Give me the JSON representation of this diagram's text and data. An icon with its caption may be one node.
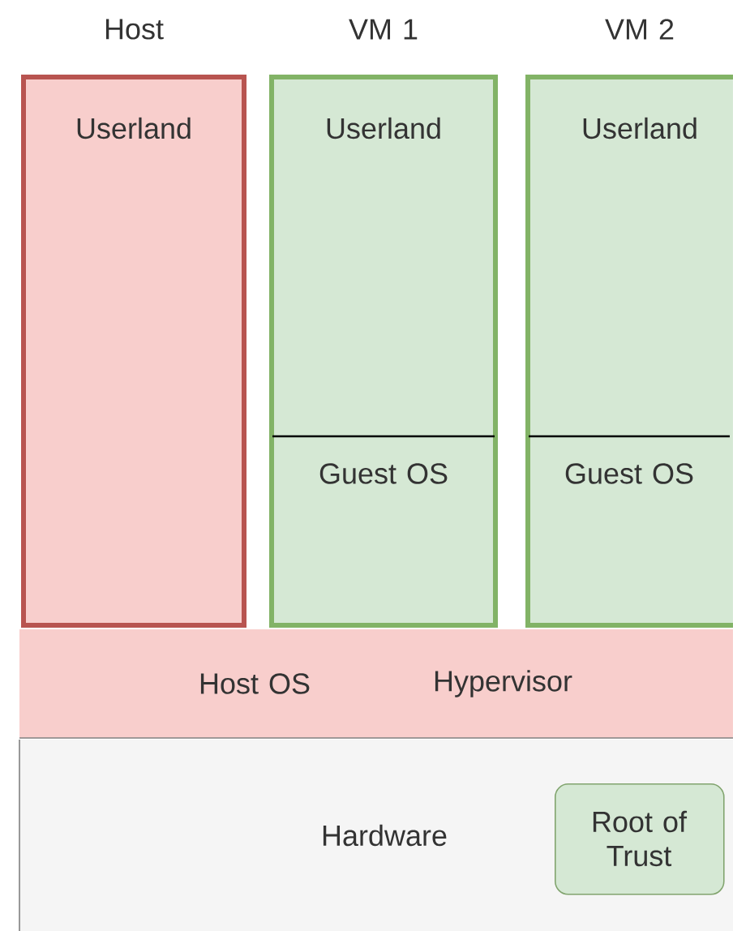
{
  "diagram": {
    "nodes": [
      {
        "text": [
          "Host",
          "Userland"
        ]
      },
      {
        "text": [
          "VM 1",
          "Userland"
        ]
      },
      {
        "text": [
          "Guest OS"
        ],
        "in": 1
      },
      {
        "text": [
          "VM 2",
          "Userland"
        ]
      },
      {
        "text": [
          "Guest OS"
        ],
        "in": 3
      },
      {
        "text": [
          "Host OS",
          "Hypervisor"
        ]
      },
      {
        "text": [
          "Hardware"
        ]
      },
      {
        "text": [
          "Root of Trust"
        ],
        "in": 6
      }
    ]
  }
}
